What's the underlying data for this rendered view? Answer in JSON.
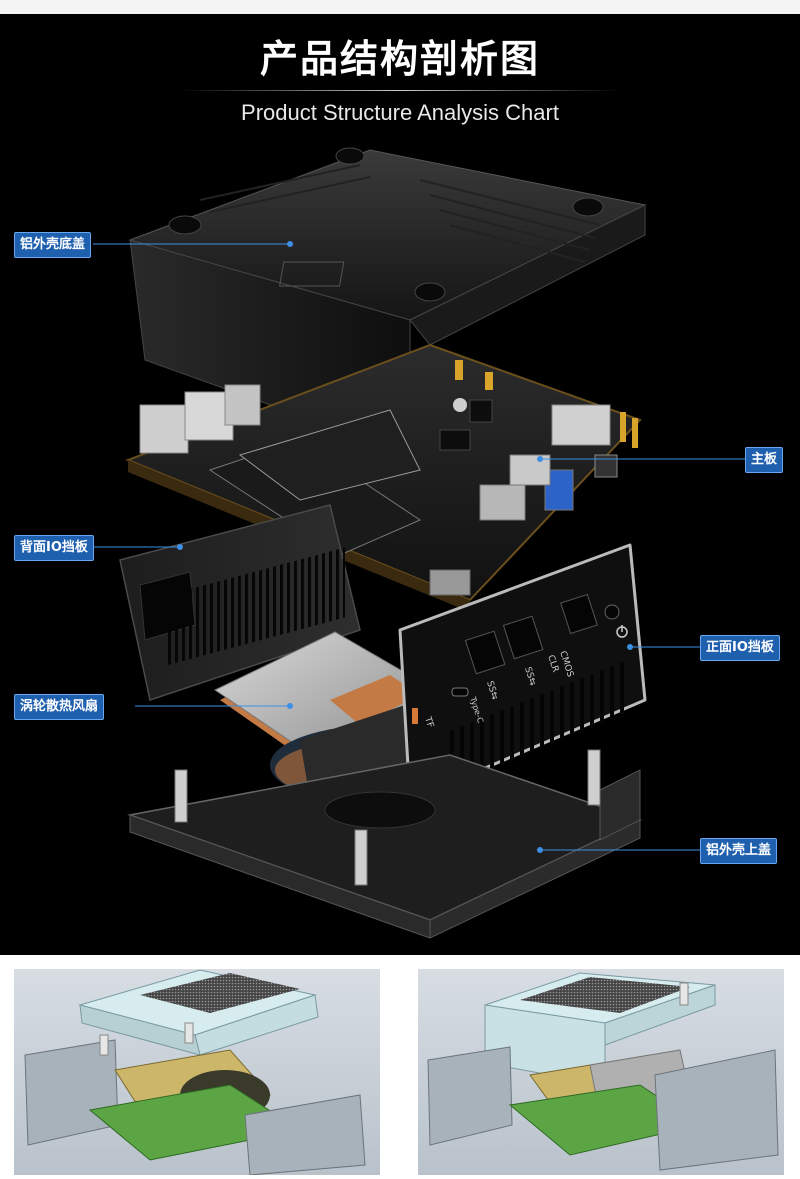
{
  "header": {
    "title_cn": "产品结构剖析图",
    "title_en": "Product Structure Analysis Chart"
  },
  "labels": {
    "bottom_cover": "铝外壳底盖",
    "motherboard": "主板",
    "rear_io": "背面IO挡板",
    "front_io": "正面IO挡板",
    "fan": "涡轮散热风扇",
    "top_cover": "铝外壳上盖"
  },
  "front_panel_text": {
    "clr": "CLR",
    "cmos": "CMOS",
    "ss1": "SS⇆",
    "ss2": "SS⇆",
    "typec": "Type-C",
    "tf": "TF"
  },
  "colors": {
    "label_bg": "#1e5fae",
    "leader": "#3d8fe6",
    "background": "#000000"
  },
  "icons": [
    "power-icon",
    "usb-icon",
    "sd-icon"
  ]
}
